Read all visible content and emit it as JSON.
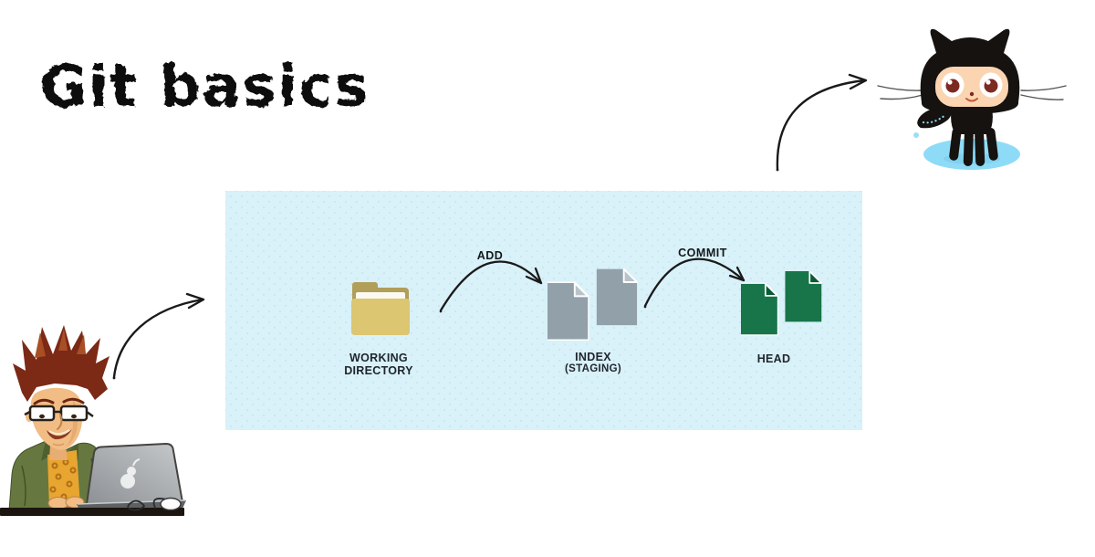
{
  "title": "Git basics",
  "panel": {
    "background_color": "#d9f1f8",
    "stages": [
      {
        "label": "WORKING DIRECTORY",
        "icon": "folder-icon",
        "icon_color": "#dcc672"
      },
      {
        "label": "INDEX",
        "sublabel": "(STAGING)",
        "icon": "documents-stack-icon",
        "icon_color": "#91a0a9"
      },
      {
        "label": "HEAD",
        "icon": "documents-stack-icon",
        "icon_color": "#177549"
      }
    ],
    "arrows": [
      {
        "label": "ADD"
      },
      {
        "label": "COMMIT"
      }
    ]
  },
  "illustrations": {
    "octocat": "GitHub Octocat mascot on blue puddle",
    "developer": "Developer with red hair and glasses at laptop with pear logo",
    "arrows": "hand-drawn curved arrows",
    "colors": {
      "octocat_body": "#151210",
      "octocat_face": "#fbd5b2",
      "puddle": "#8edbf7",
      "developer_hair": "#7c2916",
      "developer_jacket": "#66783f",
      "developer_shirt": "#e8a52f",
      "laptop": "#a9adb0",
      "arrow_ink": "#1a1a1a"
    }
  }
}
